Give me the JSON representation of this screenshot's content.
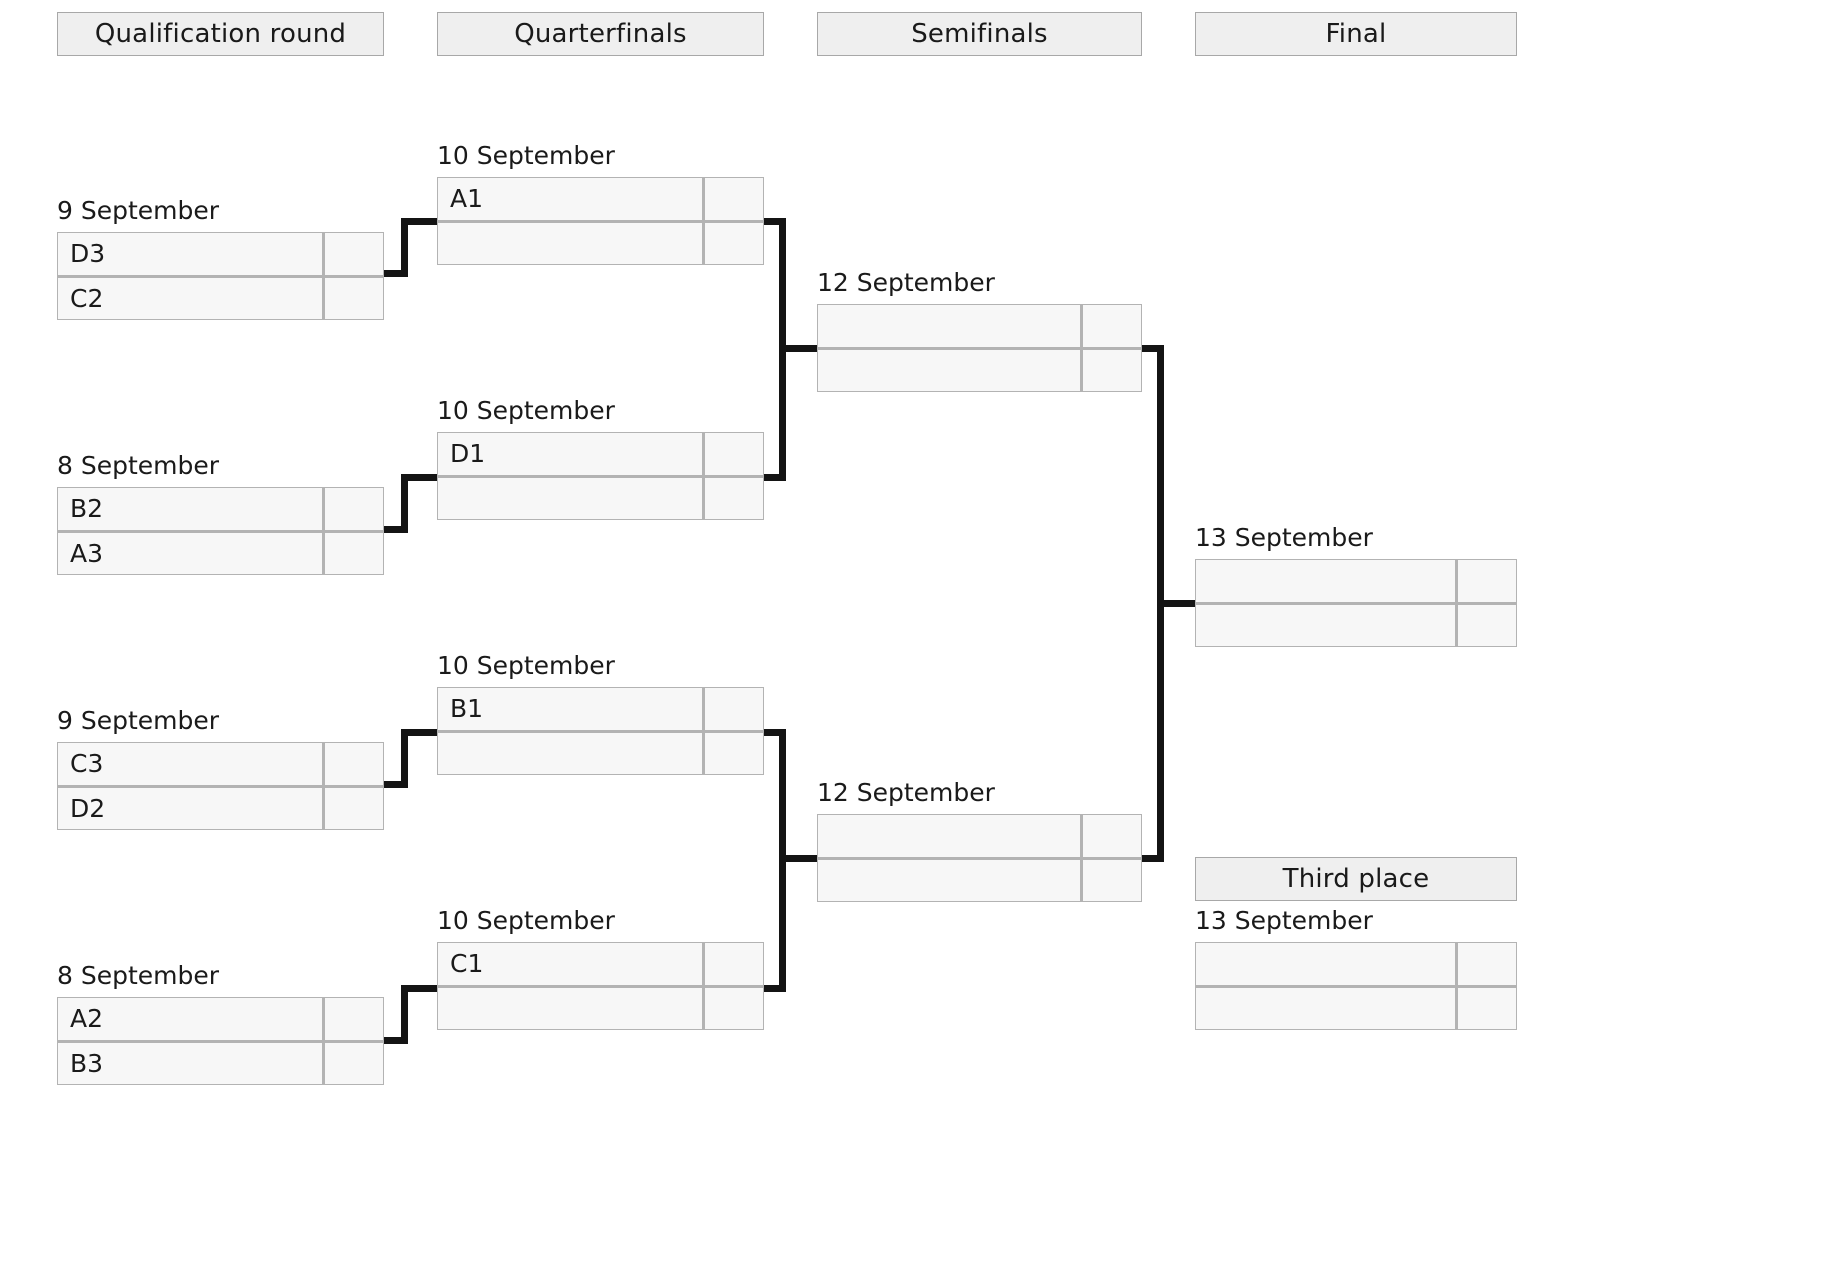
{
  "headers": [
    {
      "label": "Qualification round"
    },
    {
      "label": "Quarterfinals"
    },
    {
      "label": "Semifinals"
    },
    {
      "label": "Final"
    }
  ],
  "third_place_header": {
    "label": "Third place"
  },
  "qualification": [
    {
      "date": "9 September",
      "top_team": "D3",
      "bottom_team": "C2",
      "top_score": "",
      "bottom_score": ""
    },
    {
      "date": "8 September",
      "top_team": "B2",
      "bottom_team": "A3",
      "top_score": "",
      "bottom_score": ""
    },
    {
      "date": "9 September",
      "top_team": "C3",
      "bottom_team": "D2",
      "top_score": "",
      "bottom_score": ""
    },
    {
      "date": "8 September",
      "top_team": "A2",
      "bottom_team": "B3",
      "top_score": "",
      "bottom_score": ""
    }
  ],
  "quarterfinals": [
    {
      "date": "10 September",
      "top_team": "A1",
      "bottom_team": "",
      "top_score": "",
      "bottom_score": ""
    },
    {
      "date": "10 September",
      "top_team": "D1",
      "bottom_team": "",
      "top_score": "",
      "bottom_score": ""
    },
    {
      "date": "10 September",
      "top_team": "B1",
      "bottom_team": "",
      "top_score": "",
      "bottom_score": ""
    },
    {
      "date": "10 September",
      "top_team": "C1",
      "bottom_team": "",
      "top_score": "",
      "bottom_score": ""
    }
  ],
  "semifinals": [
    {
      "date": "12 September",
      "top_team": "",
      "bottom_team": "",
      "top_score": "",
      "bottom_score": ""
    },
    {
      "date": "12 September",
      "top_team": "",
      "bottom_team": "",
      "top_score": "",
      "bottom_score": ""
    }
  ],
  "final": {
    "date": "13 September",
    "top_team": "",
    "bottom_team": "",
    "top_score": "",
    "bottom_score": ""
  },
  "third_place": {
    "date": "13 September",
    "top_team": "",
    "bottom_team": "",
    "top_score": "",
    "bottom_score": ""
  },
  "watermark": {
    "text": ""
  },
  "colors": {
    "header_fill": "#efefef",
    "header_border": "#a8a8a8",
    "cell_fill": "#f7f7f7",
    "cell_border": "#b3b3b3",
    "connector": "#141414",
    "text": "#1a1a1a"
  }
}
